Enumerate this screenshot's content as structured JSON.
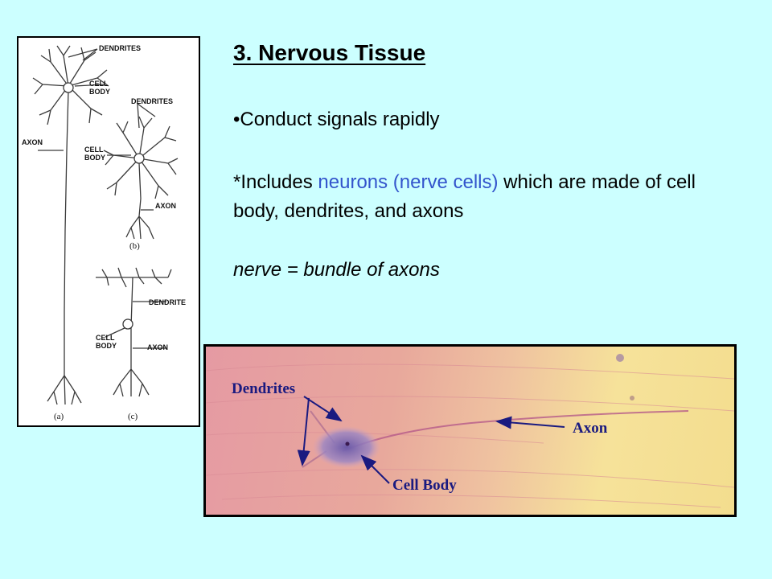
{
  "slide": {
    "title": "3. Nervous Tissue",
    "bullet": "•Conduct signals rapidly",
    "includes": {
      "before": "*Includes ",
      "highlight": "neurons (nerve cells)",
      "after": " which are made of cell body, dendrites, and axons"
    },
    "nerve_definition": "nerve = bundle of axons"
  },
  "diagram": {
    "labels": {
      "dendrites_a": "DENDRITES",
      "cell_body_a_1": "CELL",
      "cell_body_a_2": "BODY",
      "axon_a": "AXON",
      "dendrites_b": "DENDRITES",
      "cell_body_b_1": "CELL",
      "cell_body_b_2": "BODY",
      "axon_b": "AXON",
      "dendrite_c": "DENDRITE",
      "cell_body_c_1": "CELL",
      "cell_body_c_2": "BODY",
      "axon_c": "AXON"
    },
    "captions": {
      "a": "(a)",
      "b": "(b)",
      "c": "(c)"
    }
  },
  "micrograph": {
    "labels": {
      "dendrites": "Dendrites",
      "axon": "Axon",
      "cell_body": "Cell Body"
    }
  },
  "colors": {
    "background": "#ccffff",
    "highlight": "#3355cc",
    "micrograph_label": "#1a1a80"
  }
}
